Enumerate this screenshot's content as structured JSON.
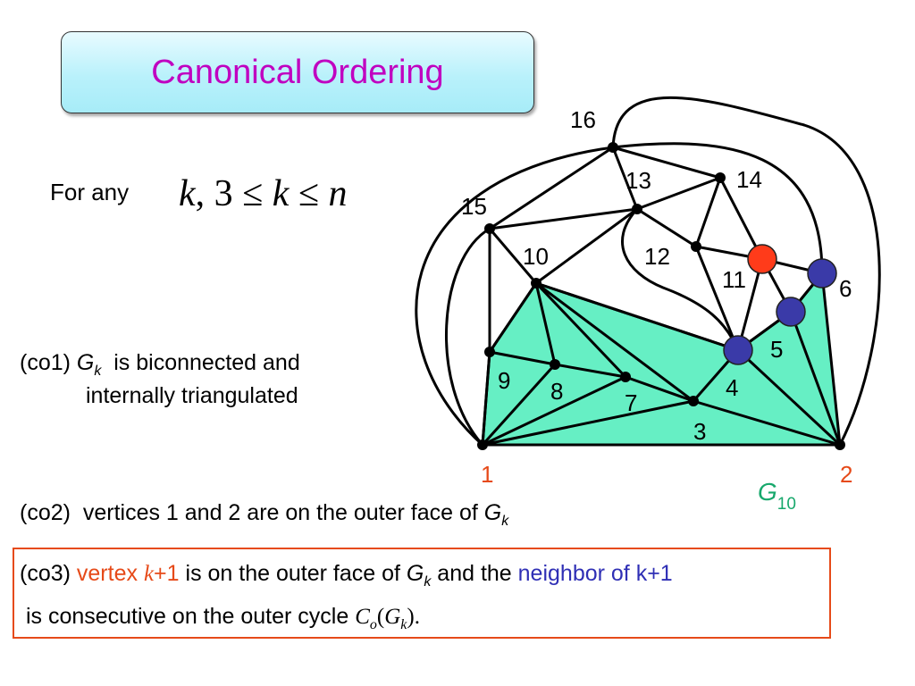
{
  "title": "Canonical Ordering",
  "for_any": {
    "label": "For any",
    "k": "k",
    "rest": ", 3 ≤ ",
    "k2": "k",
    "leq": " ≤ ",
    "n": "n"
  },
  "co1": {
    "prefix": "(co1) ",
    "G": "G",
    "sub": "k",
    "text": "  is biconnected and",
    "line2": "internally triangulated"
  },
  "co2": {
    "prefix": "(co2)  vertices 1 and 2 are on the outer face of ",
    "G": "G",
    "sub": "k"
  },
  "co3": {
    "prefix": "(co3) ",
    "vertex_word": "vertex ",
    "k": "k",
    "plus1": "+1",
    "middle": " is on the outer face of ",
    "G": "G",
    "sub": "k",
    "and_the": " and the ",
    "neighbor": "neighbor of k+1",
    "consecutive": " is consecutive on the outer cycle ",
    "C": "C",
    "o": "o",
    "open": "(",
    "G2": "G",
    "k2": "k",
    "close": ")."
  },
  "graph": {
    "label_G": "G",
    "label_sub": "10",
    "colors": {
      "fill": "#66efc4",
      "blue": "#3a3aa8",
      "red": "#ff3b1a",
      "label_red": "#e64a19",
      "label_green": "#17a86c"
    },
    "vertex_labels": [
      "1",
      "2",
      "3",
      "4",
      "5",
      "6",
      "7",
      "8",
      "9",
      "10",
      "11",
      "12",
      "13",
      "14",
      "15",
      "16"
    ]
  }
}
